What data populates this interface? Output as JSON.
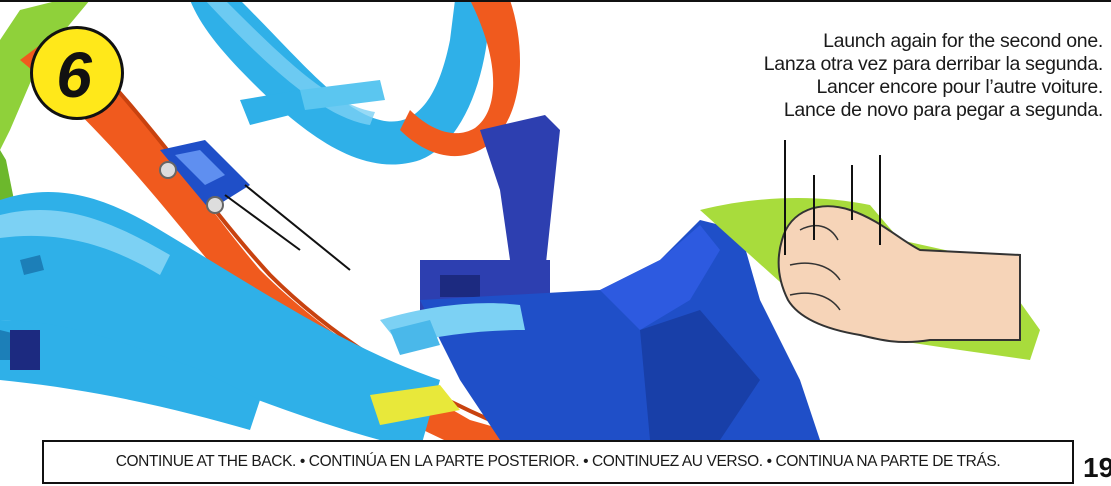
{
  "step": {
    "number": "6"
  },
  "caption": {
    "lines": [
      "Launch again for the second one.",
      "Lanza otra vez para derribar la segunda.",
      "Lancer encore pour l’autre voiture.",
      "Lance de novo para pegar a segunda."
    ]
  },
  "footer": {
    "text": "CONTINUE AT THE BACK. • CONTINÚA EN LA PARTE POSTERIOR. • CONTINUEZ AU VERSO. • CONTINUA NA PARTE DE TRÁS."
  },
  "page_number": "19",
  "colors": {
    "track_orange": "#f05a1e",
    "track_blue": "#2fb0e8",
    "launcher_blue": "#1f4fc8",
    "lime": "#a8dc3c",
    "badge_yellow": "#ffe81a"
  },
  "icons": {
    "hand": "fist-hand-illustration",
    "car": "toy-car-illustration"
  }
}
